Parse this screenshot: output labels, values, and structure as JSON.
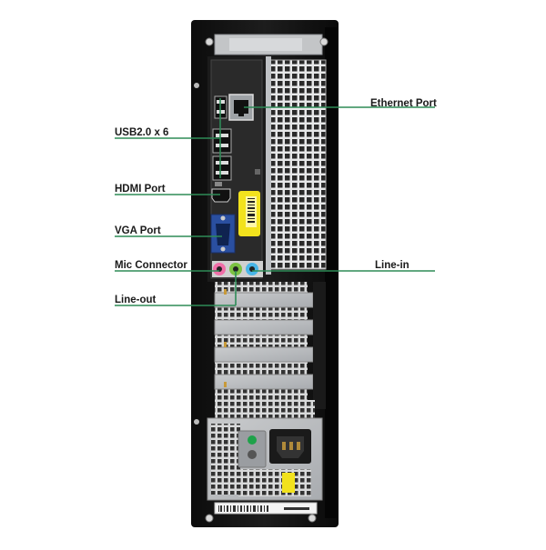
{
  "colors": {
    "leader_line": "#2e8b57",
    "case_black": "#141414",
    "panel_grey": "#b9bcc0",
    "audio_pink": "#f06fa8",
    "audio_green": "#7cc242",
    "audio_blue": "#49b6e8",
    "vga_blue": "#2a4fa0",
    "label_yellow": "#f2e21d",
    "power_green": "#1fa24a"
  },
  "labels": {
    "ethernet": "Ethernet Port",
    "usb": "USB2.0 x 6",
    "hdmi": "HDMI Port",
    "vga": "VGA Port",
    "mic": "Mic Connector",
    "line_in": "Line-in",
    "line_out": "Line-out"
  }
}
